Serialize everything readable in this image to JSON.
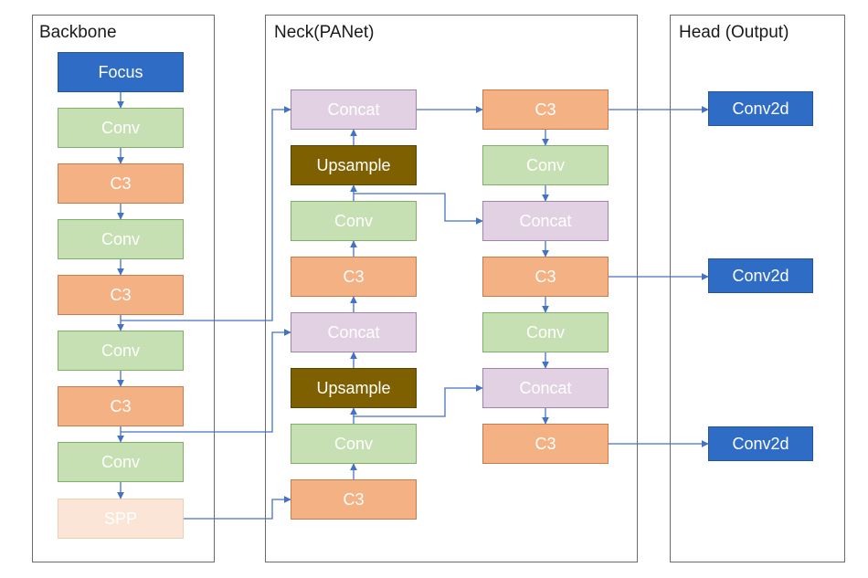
{
  "panels": {
    "backbone": "Backbone",
    "neck": "Neck(PANet)",
    "head": "Head (Output)"
  },
  "backbone": [
    "Focus",
    "Conv",
    "C3",
    "Conv",
    "C3",
    "Conv",
    "C3",
    "Conv",
    "SPP"
  ],
  "neck_left": [
    "Concat",
    "Upsample",
    "Conv",
    "C3",
    "Concat",
    "Upsample",
    "Conv",
    "C3"
  ],
  "neck_right": [
    "C3",
    "Conv",
    "Concat",
    "C3",
    "Conv",
    "Concat",
    "C3"
  ],
  "head": [
    "Conv2d",
    "Conv2d",
    "Conv2d"
  ],
  "colors": {
    "blue": "#2f6cc5",
    "green": "#c6e0b4",
    "orange": "#f4b183",
    "purple": "#e2d1e2",
    "brown": "#7f6000",
    "peach": "#fbe5d6",
    "arrow": "#4472c4"
  }
}
